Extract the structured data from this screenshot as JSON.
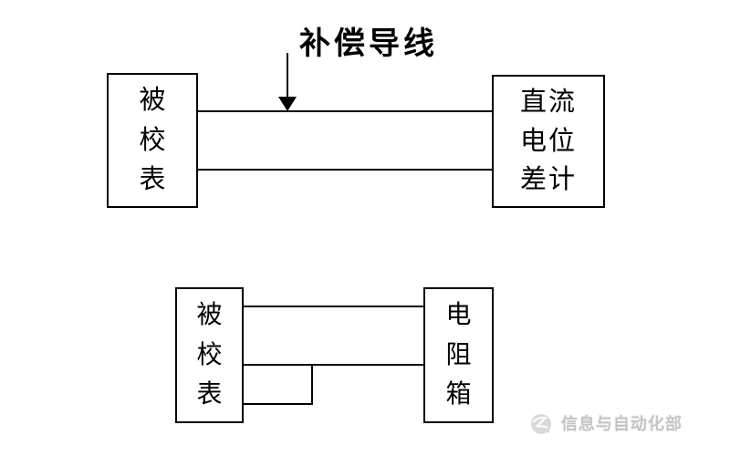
{
  "page": {
    "background_color": "#ffffff",
    "line_color": "#000000"
  },
  "top_diagram": {
    "annotation": {
      "label": "补偿导线",
      "arrow_direction": "down"
    },
    "left_box": {
      "chars": [
        "被",
        "校",
        "表"
      ]
    },
    "right_box": {
      "lines": [
        "直流",
        "电位",
        "差计"
      ]
    },
    "wires": {
      "count": 2
    }
  },
  "bottom_diagram": {
    "left_box": {
      "chars": [
        "被",
        "校",
        "表"
      ]
    },
    "right_box": {
      "chars": [
        "电",
        "阻",
        "箱"
      ]
    },
    "wires": {
      "count": 3,
      "note": "third wire steps up into second wire"
    }
  },
  "watermark": {
    "logo_icon": "globe-emblem-icon",
    "text": "信息与自动化部",
    "color": "#c4c4c4"
  }
}
